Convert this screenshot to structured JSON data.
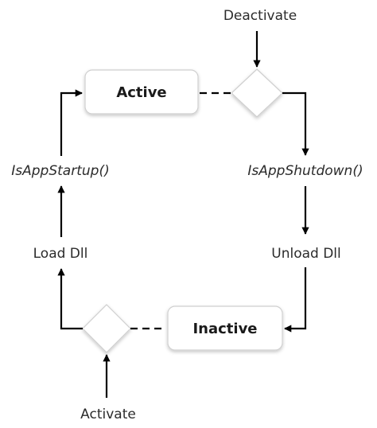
{
  "states": {
    "active": "Active",
    "inactive": "Inactive"
  },
  "labels": {
    "deactivate": "Deactivate",
    "activate": "Activate",
    "startup": "IsAppStartup()",
    "shutdown": "IsAppShutdown()",
    "load": "Load Dll",
    "unload": "Unload Dll"
  },
  "colors": {
    "arrow": "#000000",
    "box_border": "#cfcfcf",
    "text": "#1a1a1a"
  }
}
